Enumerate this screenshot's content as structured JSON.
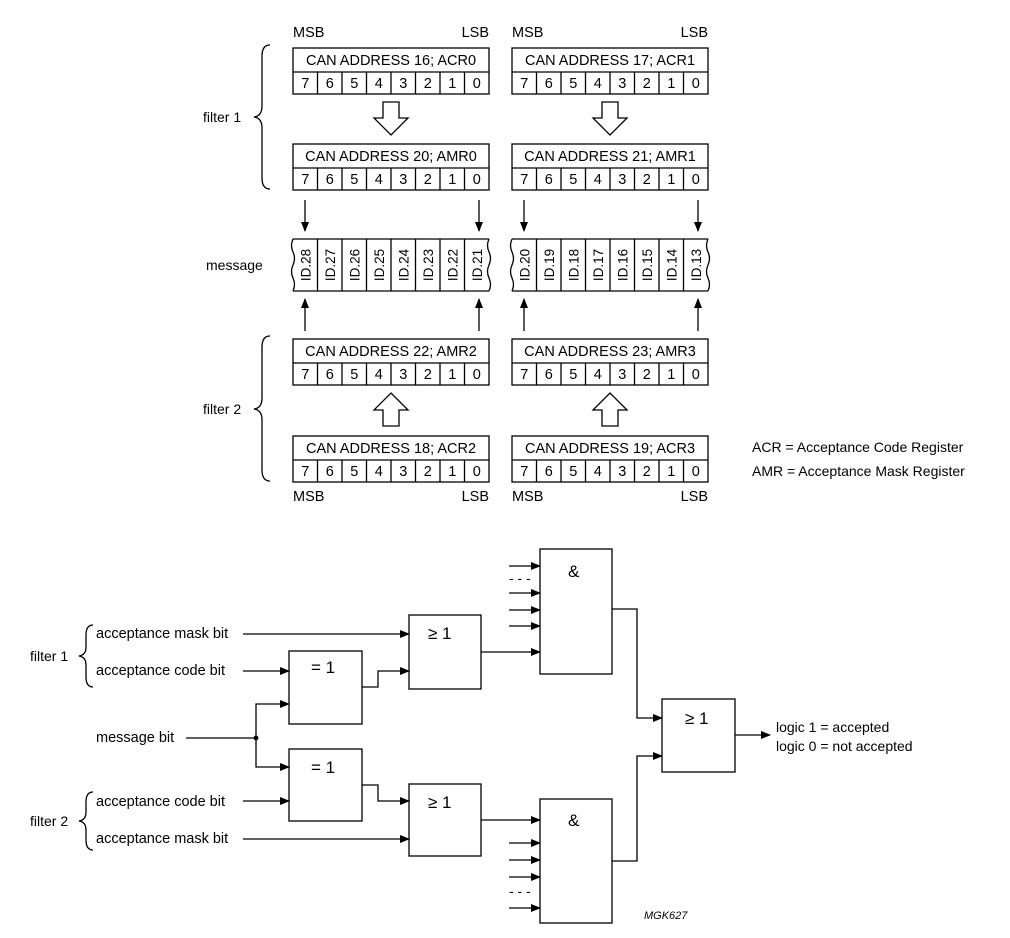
{
  "top": {
    "msb": "MSB",
    "lsb": "LSB",
    "bits": [
      "7",
      "6",
      "5",
      "4",
      "3",
      "2",
      "1",
      "0"
    ],
    "registers": {
      "acr0": "CAN ADDRESS 16; ACR0",
      "acr1": "CAN ADDRESS 17; ACR1",
      "amr0": "CAN ADDRESS 20; AMR0",
      "amr1": "CAN ADDRESS 21; AMR1",
      "amr2": "CAN ADDRESS 22; AMR2",
      "amr3": "CAN ADDRESS 23; AMR3",
      "acr2": "CAN ADDRESS 18; ACR2",
      "acr3": "CAN ADDRESS 19; ACR3"
    },
    "filter1_label": "filter 1",
    "filter2_label": "filter 2",
    "message_label": "message",
    "message_left": [
      "ID.28",
      "ID.27",
      "ID.26",
      "ID.25",
      "ID.24",
      "ID.23",
      "ID.22",
      "ID.21"
    ],
    "message_right": [
      "ID.20",
      "ID.19",
      "ID.18",
      "ID.17",
      "ID.16",
      "ID.15",
      "ID.14",
      "ID.13"
    ],
    "legend": [
      "ACR = Acceptance Code Register",
      "AMR = Acceptance Mask Register"
    ]
  },
  "logic": {
    "filter1_label": "filter 1",
    "filter2_label": "filter 2",
    "mask_bit": "acceptance mask bit",
    "code_bit": "acceptance code bit",
    "message_bit": "message bit",
    "xnor_symbol": "= 1",
    "or_symbol": "≥ 1",
    "and_symbol": "&",
    "result_1": "logic 1 = accepted",
    "result_0": "logic 0 = not accepted",
    "dashes": "- - -",
    "figure_code": "MGK627"
  }
}
